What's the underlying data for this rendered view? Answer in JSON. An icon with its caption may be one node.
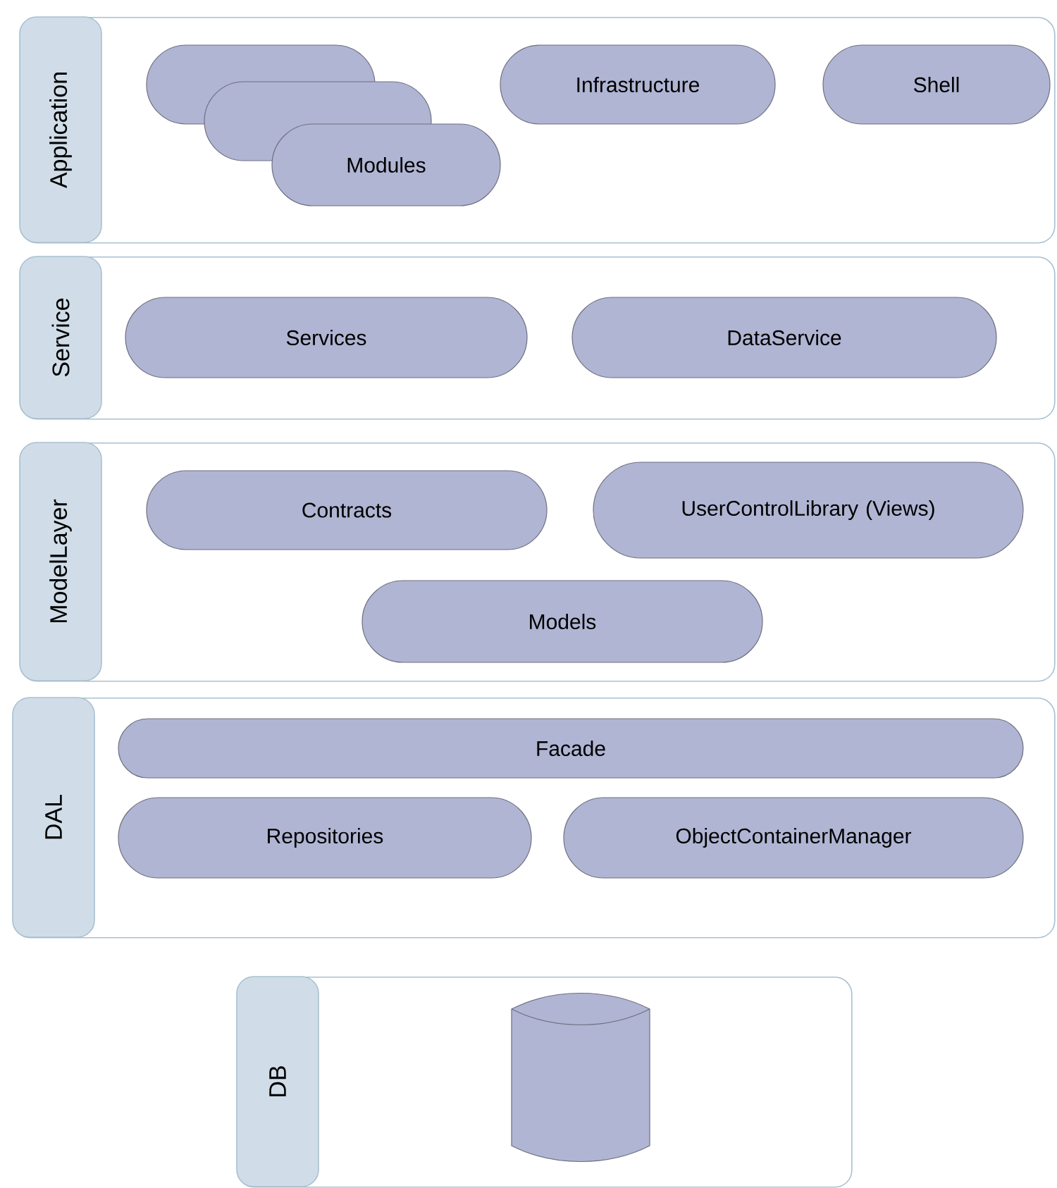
{
  "diagram": {
    "nodes": [
      {
        "text": [
          "Application"
        ]
      },
      {
        "text": [],
        "shape": "box",
        "in": 0
      },
      {
        "text": [],
        "shape": "box",
        "in": 0
      },
      {
        "text": [
          "Modules"
        ],
        "in": 0
      },
      {
        "text": [
          "Infrastructure"
        ],
        "in": 0
      },
      {
        "text": [
          "Shell"
        ],
        "in": 0
      },
      {
        "text": [
          "Service"
        ]
      },
      {
        "text": [
          "Services"
        ],
        "in": 6
      },
      {
        "text": [
          "DataService"
        ],
        "in": 6
      },
      {
        "text": [
          "ModelLayer"
        ]
      },
      {
        "text": [
          "Contracts"
        ],
        "in": 9
      },
      {
        "text": [
          "UserControlLibrary (Views)"
        ],
        "in": 9
      },
      {
        "text": [
          "Models"
        ],
        "in": 9
      },
      {
        "text": [
          "DAL"
        ]
      },
      {
        "text": [
          "Facade"
        ],
        "in": 13
      },
      {
        "text": [
          "Repositories"
        ],
        "in": 13
      },
      {
        "text": [
          "ObjectContainerManager"
        ],
        "in": 13
      },
      {
        "text": [
          "DB"
        ]
      },
      {
        "text": [],
        "shape": "cylinder",
        "in": 17
      }
    ]
  }
}
